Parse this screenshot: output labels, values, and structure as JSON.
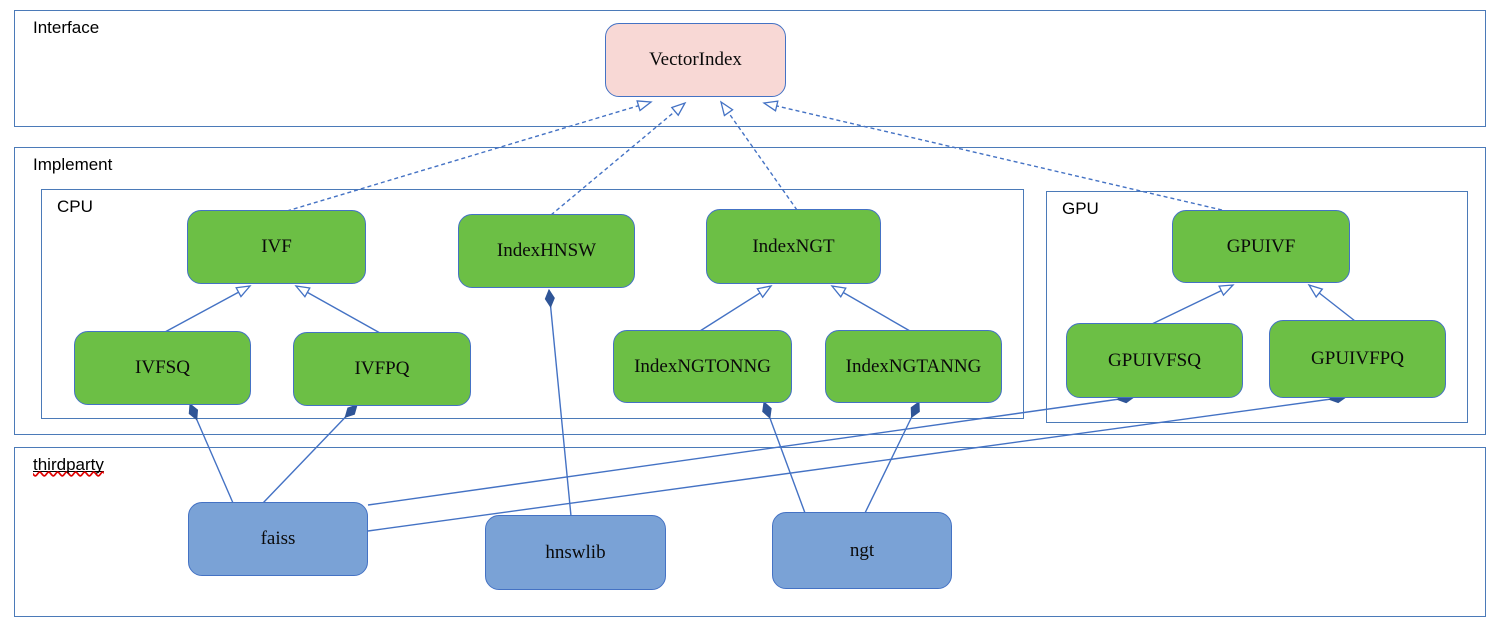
{
  "diagram": {
    "containers": {
      "interface": "Interface",
      "implement": "Implement",
      "cpu": "CPU",
      "gpu": "GPU",
      "thirdparty": "thirdparty"
    },
    "nodes": {
      "vectorindex": "VectorIndex",
      "ivf": "IVF",
      "indexhnsw": "IndexHNSW",
      "indexngt": "IndexNGT",
      "ivfsq": "IVFSQ",
      "ivfpq": "IVFPQ",
      "indexngtonng": "IndexNGTONNG",
      "indexngtanng": "IndexNGTANNG",
      "gpuivf": "GPUIVF",
      "gpuivfsq": "GPUIVFSQ",
      "gpuivfpq": "GPUIVFPQ",
      "faiss": "faiss",
      "hnswlib": "hnswlib",
      "ngt": "ngt"
    },
    "colors": {
      "interface_fill": "#f8d8d5",
      "class_fill": "#6cbf45",
      "library_fill": "#7aa2d6",
      "box_border": "#4472c4",
      "container_border": "#4b7ab8",
      "edge_line": "#4472c4",
      "composition_diamond": "#2f5597",
      "spellcheck_underline": "#e00000"
    },
    "relations": [
      {
        "from": "IVF",
        "to": "VectorIndex",
        "type": "realization"
      },
      {
        "from": "IndexHNSW",
        "to": "VectorIndex",
        "type": "realization"
      },
      {
        "from": "IndexNGT",
        "to": "VectorIndex",
        "type": "realization"
      },
      {
        "from": "GPUIVF",
        "to": "VectorIndex",
        "type": "realization"
      },
      {
        "from": "IVFSQ",
        "to": "IVF",
        "type": "generalization"
      },
      {
        "from": "IVFPQ",
        "to": "IVF",
        "type": "generalization"
      },
      {
        "from": "IndexNGTONNG",
        "to": "IndexNGT",
        "type": "generalization"
      },
      {
        "from": "IndexNGTANNG",
        "to": "IndexNGT",
        "type": "generalization"
      },
      {
        "from": "GPUIVFSQ",
        "to": "GPUIVF",
        "type": "generalization"
      },
      {
        "from": "GPUIVFPQ",
        "to": "GPUIVF",
        "type": "generalization"
      },
      {
        "from": "faiss",
        "to": "IVFSQ",
        "type": "composition"
      },
      {
        "from": "faiss",
        "to": "IVFPQ",
        "type": "composition"
      },
      {
        "from": "faiss",
        "to": "GPUIVFSQ",
        "type": "composition"
      },
      {
        "from": "faiss",
        "to": "GPUIVFPQ",
        "type": "composition"
      },
      {
        "from": "hnswlib",
        "to": "IndexHNSW",
        "type": "composition"
      },
      {
        "from": "ngt",
        "to": "IndexNGTONNG",
        "type": "composition"
      },
      {
        "from": "ngt",
        "to": "IndexNGTANNG",
        "type": "composition"
      }
    ]
  }
}
